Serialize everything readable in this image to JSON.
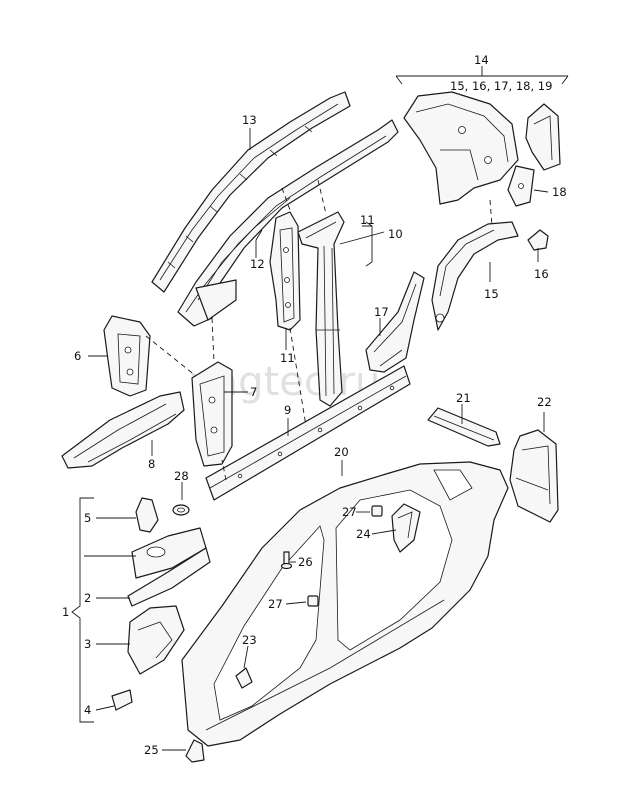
{
  "watermark": "vagtec.ru",
  "callouts": {
    "c1": "1",
    "c2": "2",
    "c3": "3",
    "c4": "4",
    "c5": "5",
    "c6": "6",
    "c7": "7",
    "c8": "8",
    "c9": "9",
    "c10": "10",
    "c11a": "11",
    "c11b": "11",
    "c12": "12",
    "c13": "13",
    "c14": "14",
    "c14sub": "15, 16, 17, 18, 19",
    "c15": "15",
    "c16": "16",
    "c17": "17",
    "c18": "18",
    "c20": "20",
    "c21": "21",
    "c22": "22",
    "c23": "23",
    "c24": "24",
    "c25": "25",
    "c26": "26",
    "c27a": "27",
    "c27b": "27",
    "c28": "28"
  }
}
